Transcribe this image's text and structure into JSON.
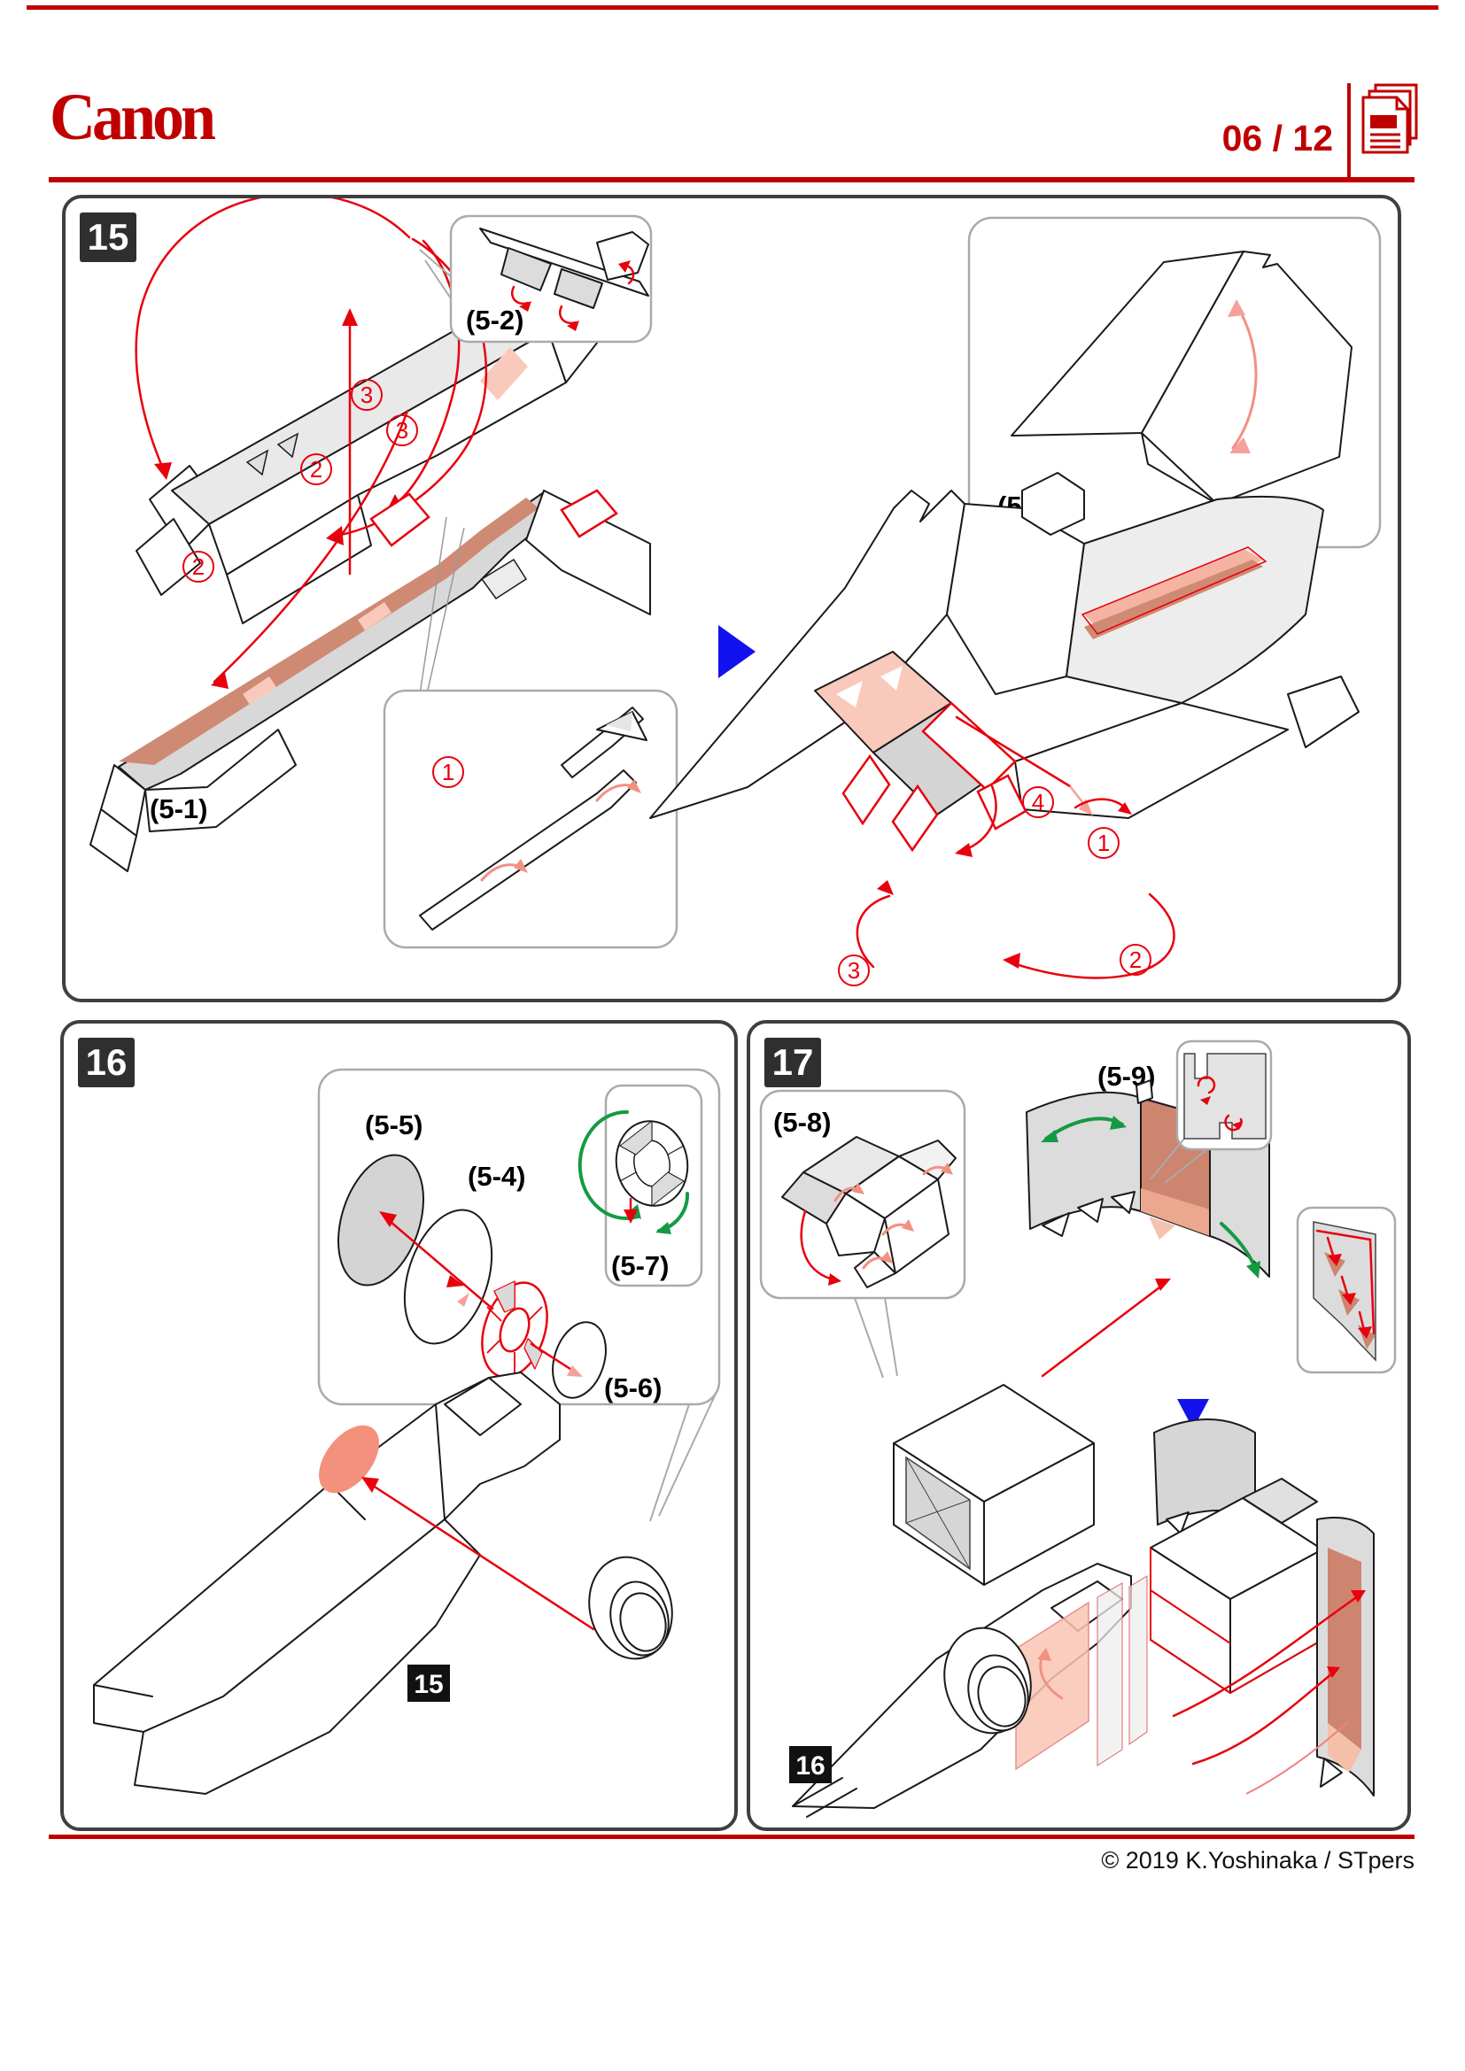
{
  "header": {
    "brand": "Canon",
    "page_indicator": "06 / 12"
  },
  "footer": {
    "copyright": "© 2019 K.Yoshinaka / STpers"
  },
  "colors": {
    "canon_red": "#c00000",
    "arrow_red": "#e8000d",
    "fold_pink": "#f29083",
    "glue_dark": "#cd8570",
    "glue_light": "#f9c9bb",
    "roll_green": "#149a43",
    "next_blue": "#1212ee",
    "panel_border": "#3f3f3f"
  },
  "panel15": {
    "badge": "15",
    "label_5_1": "(5-1)",
    "label_5_2": "(5-2)",
    "label_5_3": "(5-3)",
    "step1": "1",
    "step2": "2",
    "step3": "3",
    "step4": "4"
  },
  "panel16": {
    "badge": "16",
    "label_5_4": "(5-4)",
    "label_5_5": "(5-5)",
    "label_5_6": "(5-6)",
    "label_5_7": "(5-7)",
    "body_ref": "15"
  },
  "panel17": {
    "badge": "17",
    "label_5_8": "(5-8)",
    "label_5_9": "(5-9)",
    "body_ref": "16"
  }
}
